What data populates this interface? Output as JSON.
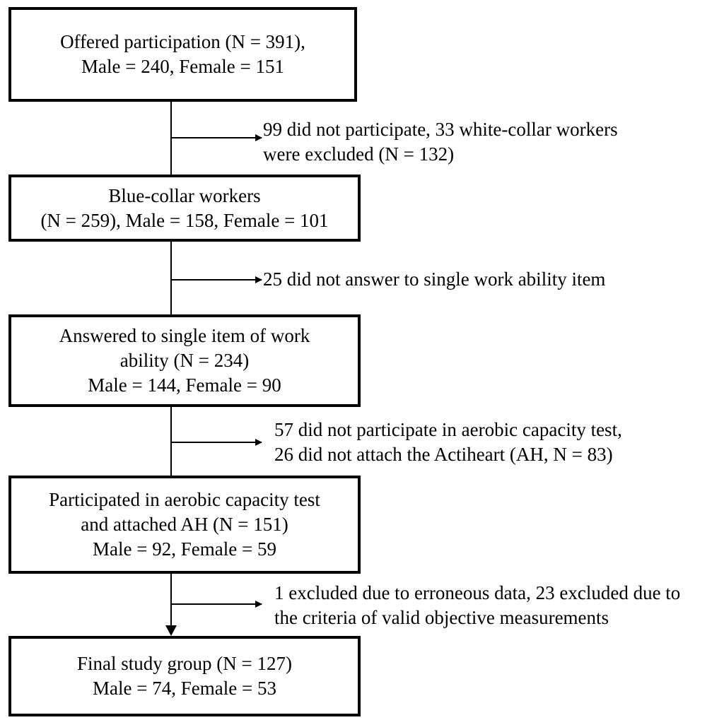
{
  "diagram": {
    "boxes": [
      {
        "id": "offered",
        "lines": [
          "Offered participation (N = 391),",
          "Male = 240, Female = 151"
        ]
      },
      {
        "id": "blue-collar",
        "lines": [
          "Blue-collar workers",
          "(N = 259), Male = 158, Female = 101"
        ]
      },
      {
        "id": "answered",
        "lines": [
          "Answered to single item of work",
          "ability (N = 234)",
          "Male = 144, Female = 90"
        ]
      },
      {
        "id": "participated",
        "lines": [
          "Participated in aerobic capacity test",
          "and attached AH (N = 151)",
          "Male = 92, Female = 59"
        ]
      },
      {
        "id": "final",
        "lines": [
          "Final study group (N = 127)",
          "Male = 74, Female = 53"
        ]
      }
    ],
    "exclusions": [
      {
        "id": "excl-1",
        "lines": [
          "99 did not participate, 33 white-collar workers",
          "were excluded (N = 132)"
        ]
      },
      {
        "id": "excl-2",
        "lines": [
          "25 did not answer to single work ability item"
        ]
      },
      {
        "id": "excl-3",
        "lines": [
          "57 did not participate  in aerobic capacity test,",
          "26 did not attach the Actiheart (AH, N = 83)"
        ]
      },
      {
        "id": "excl-4",
        "lines": [
          "1 excluded due to erroneous data, 23 excluded due to",
          "the criteria of valid objective measurements"
        ]
      }
    ],
    "colors": {
      "stroke": "#000000",
      "background": "#ffffff"
    }
  }
}
